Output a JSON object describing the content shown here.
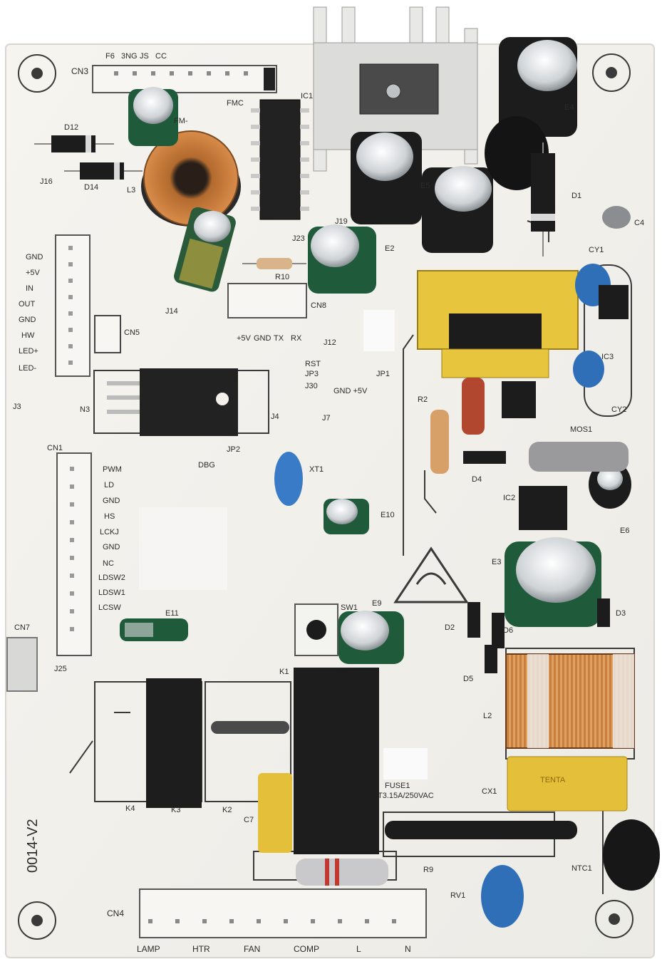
{
  "board": {
    "name": "0014-V2",
    "colors": {
      "pcb": "#f3f1ec",
      "silk": "#2f2f2f",
      "copper": "#c47a3a",
      "cap_green": "#1f5a3a",
      "cap_black": "#1c1c1c",
      "cap_blue": "#2f6fb8",
      "yellow": "#e4bf3a",
      "connector": "#f7f6f2"
    }
  },
  "labels": {
    "cn3": "CN3",
    "cn3_pins": [
      "F6",
      "3NG",
      "JS",
      "CC"
    ],
    "fmc": "FMC",
    "fm": "FM-",
    "ic1": "IC1",
    "d12": "D12",
    "d14": "D14",
    "j16": "J16",
    "l3": "L3",
    "cn2_pins": [
      "GND",
      "+5V",
      "IN",
      "OUT",
      "GND",
      "HW",
      "LED+",
      "LED-"
    ],
    "cn5": "CN5",
    "j14": "J14",
    "r10": "R10",
    "j23": "J23",
    "j19": "J19",
    "e2": "E2",
    "cn8": "CN8",
    "cn8_pins": [
      "+5V",
      "GND",
      "TX",
      "RX"
    ],
    "j12": "J12",
    "rst": "RST",
    "jp3": "JP3",
    "j30": "J30",
    "jp1": "JP1",
    "gnd5v": "GND +5V",
    "j3": "J3",
    "n3": "N3",
    "jp2": "JP2",
    "dbg": "DBG",
    "j4": "J4",
    "j7": "J7",
    "xt1": "XT1",
    "cn1": "CN1",
    "cn1_pins": [
      "PWM",
      "LD",
      "GND",
      "HS",
      "LCKJ",
      "GND",
      "NC",
      "LDSW2",
      "LDSW1",
      "LCSW"
    ],
    "e10": "E10",
    "e4": "E4",
    "e5": "E5",
    "d1": "D1",
    "c4": "C4",
    "cy1": "CY1",
    "ic3": "IC3",
    "cy2": "CY2",
    "r2": "R2",
    "mos1": "MOS1",
    "d4": "D4",
    "ic2": "IC2",
    "e6": "E6",
    "e3": "E3",
    "d2": "D2",
    "d6": "D6",
    "d3": "D3",
    "d5": "D5",
    "l2": "L2",
    "sw1": "SW1",
    "e9": "E9",
    "e11": "E11",
    "cn7": "CN7",
    "j25": "J25",
    "k1": "K1",
    "k2": "K2",
    "k3": "K3",
    "k4": "K4",
    "c7": "C7",
    "fuse": "FUSE1",
    "fuse_rating": "T3.15A/250VAC",
    "cx1": "CX1",
    "cx1_brand": "TENTA",
    "ntc1": "NTC1",
    "rv1": "RV1",
    "r9": "R9",
    "cn4": "CN4",
    "cn4_pins": [
      "LAMP",
      "HTR",
      "FAN",
      "COMP",
      "L",
      "N"
    ],
    "version": "0014-V2"
  }
}
